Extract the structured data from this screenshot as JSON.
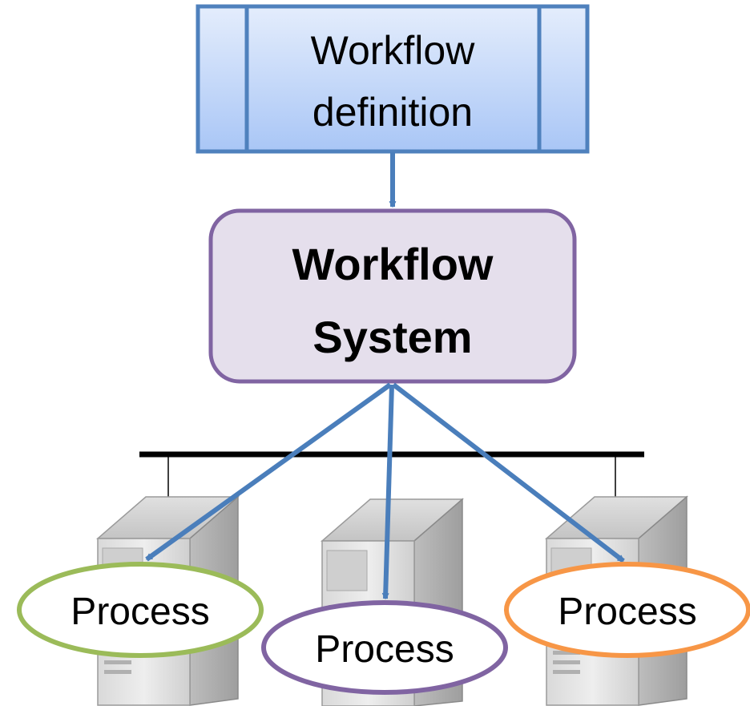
{
  "definition": {
    "line1": "Workflow",
    "line2": "definition",
    "fill_top": "#e4edfc",
    "fill_bottom": "#a9c6f6",
    "border": "#4f81bd"
  },
  "system": {
    "line1": "Workflow",
    "line2": "System",
    "fill": "#e5dfec",
    "border": "#8064a2"
  },
  "arrow_color": "#4a7ebb",
  "network_color": "#000000",
  "processes": [
    {
      "label": "Process",
      "border": "#9bbb59"
    },
    {
      "label": "Process",
      "border": "#8064a2"
    },
    {
      "label": "Process",
      "border": "#f79646"
    }
  ],
  "server_icon": "server-tower-icon"
}
